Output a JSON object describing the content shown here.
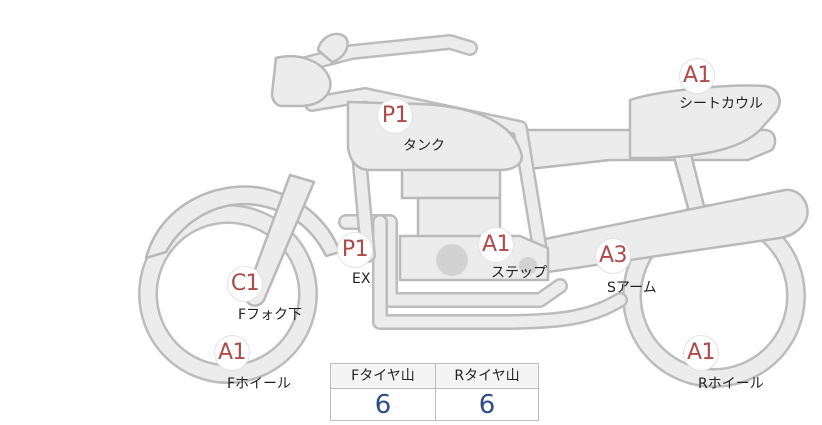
{
  "parts": [
    {
      "id": "tank",
      "grade": "P1",
      "label": "タンク"
    },
    {
      "id": "seat-cowl",
      "grade": "A1",
      "label": "シートカウル"
    },
    {
      "id": "exhaust",
      "grade": "P1",
      "label": "EX"
    },
    {
      "id": "step",
      "grade": "A1",
      "label": "ステップ"
    },
    {
      "id": "swing-arm",
      "grade": "A3",
      "label": "Sアーム"
    },
    {
      "id": "front-fork",
      "grade": "C1",
      "label": "Fフォク下"
    },
    {
      "id": "front-wheel",
      "grade": "A1",
      "label": "Fホイール"
    },
    {
      "id": "rear-wheel",
      "grade": "A1",
      "label": "Rホイール"
    }
  ],
  "tire_table": {
    "front_header": "Fタイヤ山",
    "rear_header": "Rタイヤ山",
    "front_value": "6",
    "rear_value": "6"
  },
  "colors": {
    "grade_text": "#b04a4a",
    "value_text": "#2f4d8c",
    "bike_fill": "#ececec",
    "bike_outline": "#b9b9b9"
  }
}
